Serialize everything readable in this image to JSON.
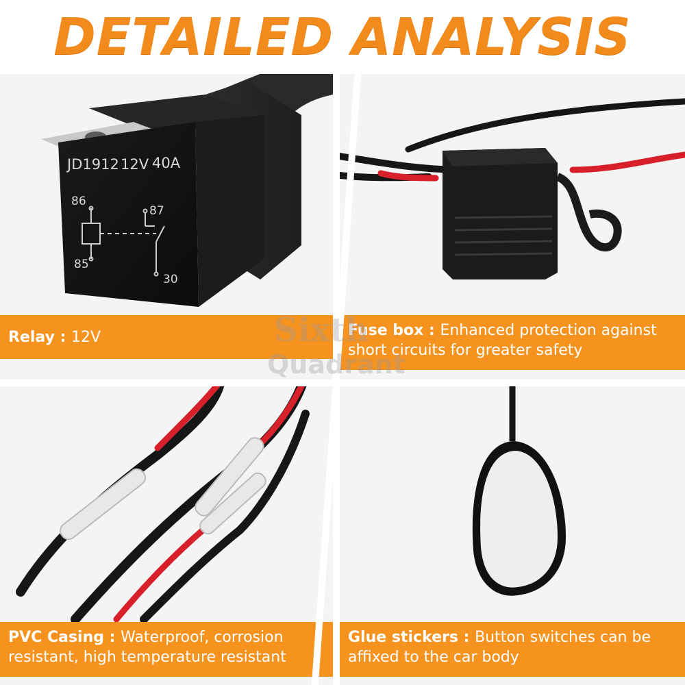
{
  "headline": "DETAILED ANALYSIS",
  "relay": {
    "printed_model": "JD1912",
    "printed_voltage": "12V",
    "printed_current": "40A",
    "pin_86": "86",
    "pin_85": "85",
    "pin_87": "87",
    "pin_30": "30"
  },
  "captions": {
    "relay_title": "Relay : ",
    "relay_text": "12V",
    "fuse_title": "Fuse box : ",
    "fuse_text": "Enhanced protection against short circuits for greater safety",
    "pvc_title": "PVC Casing : ",
    "pvc_text": "Waterproof, corrosion resistant, high temperature resistant",
    "glue_title": "Glue stickers : ",
    "glue_text": "Button switches can be affixed to the car body"
  },
  "watermark": {
    "line1": "Sixth",
    "line2": "Quadrant"
  },
  "colors": {
    "accent": "#f6921e",
    "headline": "#f28a1c",
    "wire_red": "#d8202a",
    "wire_black": "#161616"
  }
}
